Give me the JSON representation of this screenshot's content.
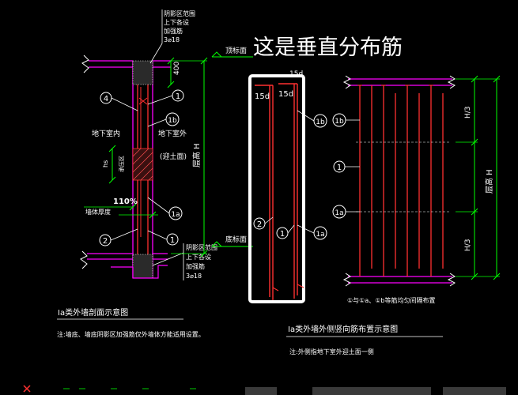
{
  "annotation": "这是垂直分布筋",
  "left_figure": {
    "top_note": [
      "阴影区范围",
      "上下各设",
      "加强筋",
      "3⌀18"
    ],
    "bottom_note": [
      "阴影区范围",
      "上下各设",
      "加强筋",
      "3⌀18"
    ],
    "dim_400": "400",
    "dim_height": "层高 H",
    "label_inside": "地下室内",
    "label_outside": "地下室外",
    "label_outside_sub": "(迎土面)",
    "dim_hs": "hs",
    "dim_hs_note": "承压区",
    "wall_thickness": "墙体厚度",
    "pct": "110%",
    "labels": {
      "n4": "4",
      "n1_top": "1",
      "n1b": "1b",
      "n1a": "1a",
      "n2": "2",
      "n1_bot": "1"
    },
    "caption": "Ia类外墙剖面示意图",
    "note": "注:墙底、墙底阴影区加强筋仅外墙体方能适用设置。"
  },
  "middle_figure": {
    "level_top": "顶标面",
    "level_bottom": "底标面",
    "anchor_left": "15d",
    "anchor_right": "15d",
    "anchor_top": "15d",
    "labels": {
      "n1b": "1b",
      "n2": "2",
      "n1": "1",
      "n1a": "1a"
    }
  },
  "right_figure": {
    "dim_h3_top": "H/3",
    "dim_h3_bottom": "H/3",
    "dim_height": "层高 H",
    "labels": {
      "n1b": "1b",
      "n1": "1",
      "n1a": "1a"
    },
    "legend": "①与①a、①b等筋均匀间隔布置",
    "caption": "Ia类外墙外侧竖向筋布置示意图",
    "note": "注:外侧指地下室外迎土面一侧"
  },
  "colors": {
    "background": "#000000",
    "concrete": "#ff00ff",
    "rebar": "#ff3030",
    "dimension": "#00ff00",
    "text": "#ffffff",
    "highlight": "#ffffff"
  }
}
